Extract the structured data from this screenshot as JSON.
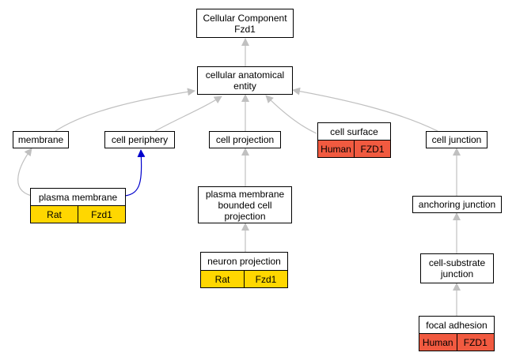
{
  "colors": {
    "edge": "#c0c0c0",
    "edge_highlight": "#0000cc",
    "rat": "#ffd700",
    "human": "#f15a40"
  },
  "nodes": {
    "root": {
      "label": "Cellular Component\nFzd1"
    },
    "cae": {
      "label": "cellular anatomical\nentity"
    },
    "membrane": {
      "label": "membrane"
    },
    "periphery": {
      "label": "cell periphery"
    },
    "projection": {
      "label": "cell projection"
    },
    "surface": {
      "label": "cell surface",
      "species": "Human",
      "gene": "FZD1"
    },
    "junction": {
      "label": "cell junction"
    },
    "plasma_membrane": {
      "label": "plasma membrane",
      "species": "Rat",
      "gene": "Fzd1"
    },
    "pmbcp": {
      "label": "plasma membrane\nbounded cell\nprojection"
    },
    "anchoring": {
      "label": "anchoring junction"
    },
    "neuron_proj": {
      "label": "neuron projection",
      "species": "Rat",
      "gene": "Fzd1"
    },
    "substrate": {
      "label": "cell-substrate\njunction"
    },
    "focal": {
      "label": "focal adhesion",
      "species": "Human",
      "gene": "FZD1"
    }
  }
}
